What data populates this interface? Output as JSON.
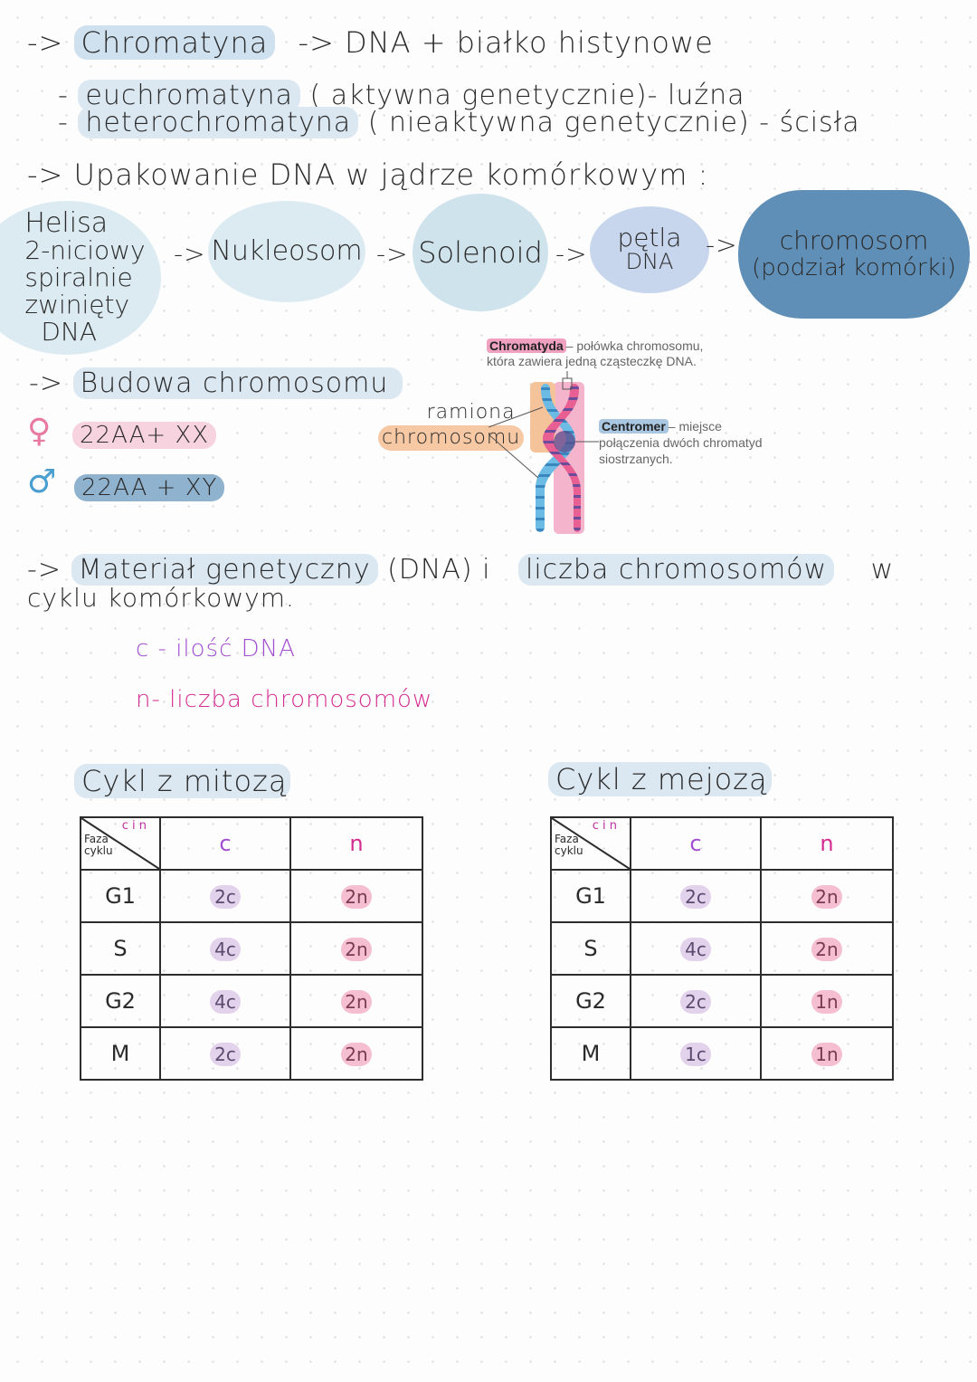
{
  "line1": {
    "arrow": "->",
    "term": "Chromatyna",
    "rest": "-> DNA + białko histynowe"
  },
  "line2": {
    "dash": "-",
    "term": "euchromatyna",
    "rest": "( aktywna genetycznie)- luźna"
  },
  "line3": {
    "dash": "-",
    "term": "heterochromatyna",
    "rest": "( nieaktywna genetycznie) - ścisła"
  },
  "packing": {
    "title": "-> Upakowanie DNA w jądrze komórkowym :",
    "helix": [
      "Helisa",
      "2-niciowy",
      "spiralnie",
      "zwinięty",
      "DNA"
    ],
    "arrow": "->",
    "nucleosome": "Nukleosom",
    "solenoid": "Solenoid",
    "loop": [
      "pętla",
      "DNA"
    ],
    "chromosome": [
      "chromosom",
      "(podział komórki)"
    ]
  },
  "structure": {
    "title_arrow": "->",
    "title": "Budowa chromosomu",
    "female_symbol": "♀",
    "female": "22AA+ XX",
    "male_symbol": "♂",
    "male": "22AA + XY",
    "arms_label": [
      "ramiona",
      "chromosomu"
    ],
    "chromatid_term": "Chromatyda",
    "chromatid_desc": [
      "– połówka chromosomu,",
      "która zawiera jedną cząsteczkę DNA."
    ],
    "centromere_term": "Centromer",
    "centromere_desc": [
      "– miejsce",
      "połączenia dwóch chromatyd",
      "siostrzanych."
    ]
  },
  "material": {
    "arrow": "->",
    "term1": "Materiał genetyczny",
    "mid": "(DNA) i",
    "term2": "liczba chromosomów",
    "tail": "w",
    "line2": "cyklu komórkowym."
  },
  "legend": {
    "c": "c - ilość DNA",
    "n": "n- liczba chromosomów"
  },
  "mitosis": {
    "title": "Cykl z mitozą",
    "corner_top": "c i n",
    "corner_bottom": [
      "Faza",
      "cyklu"
    ],
    "col_c": "c",
    "col_n": "n",
    "rows": [
      {
        "phase": "G1",
        "c": "2c",
        "n": "2n"
      },
      {
        "phase": "S",
        "c": "4c",
        "n": "2n"
      },
      {
        "phase": "G2",
        "c": "4c",
        "n": "2n"
      },
      {
        "phase": "M",
        "c": "2c",
        "n": "2n"
      }
    ]
  },
  "meiosis": {
    "title": "Cykl z mejozą",
    "corner_top": "c i n",
    "corner_bottom": [
      "Faza",
      "cyklu"
    ],
    "col_c": "c",
    "col_n": "n",
    "rows": [
      {
        "phase": "G1",
        "c": "2c",
        "n": "2n"
      },
      {
        "phase": "S",
        "c": "4c",
        "n": "2n"
      },
      {
        "phase": "G2",
        "c": "2c",
        "n": "1n"
      },
      {
        "phase": "M",
        "c": "1c",
        "n": "1n"
      }
    ]
  },
  "colors": {
    "highlight_blue": "#cfe0ee",
    "highlight_pink": "#f7d3df",
    "highlight_orange": "#f6c9a4",
    "legend_c": "#a24ed0",
    "legend_n": "#d62c90",
    "chromatid_blue": "#5aaedc",
    "chromatid_pink": "#e8558e"
  }
}
